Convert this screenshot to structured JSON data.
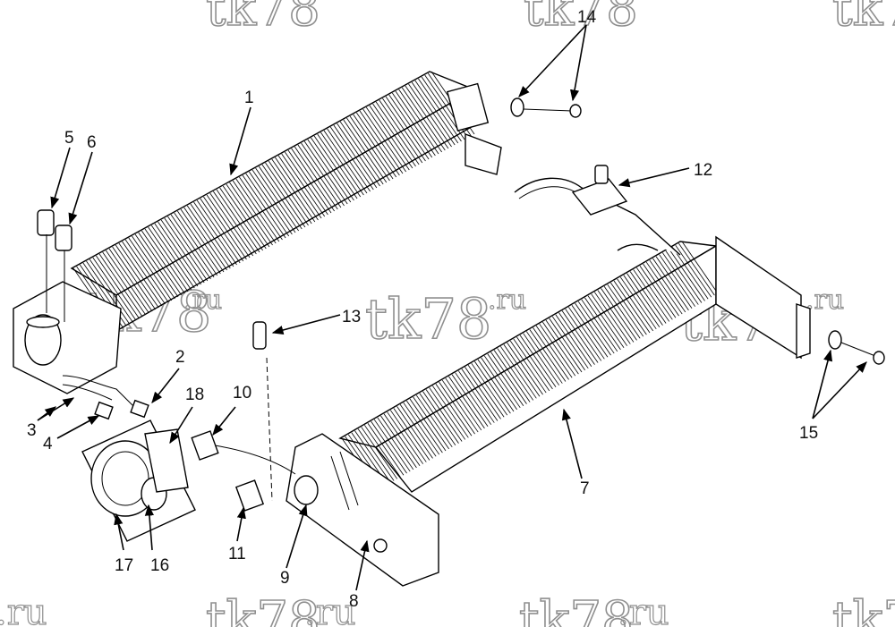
{
  "watermark": {
    "text": "tk78",
    "suffix": ".ru"
  },
  "callouts": [
    "1",
    "2",
    "3",
    "4",
    "5",
    "6",
    "7",
    "8",
    "9",
    "10",
    "11",
    "12",
    "13",
    "14",
    "15",
    "16",
    "17",
    "18"
  ]
}
